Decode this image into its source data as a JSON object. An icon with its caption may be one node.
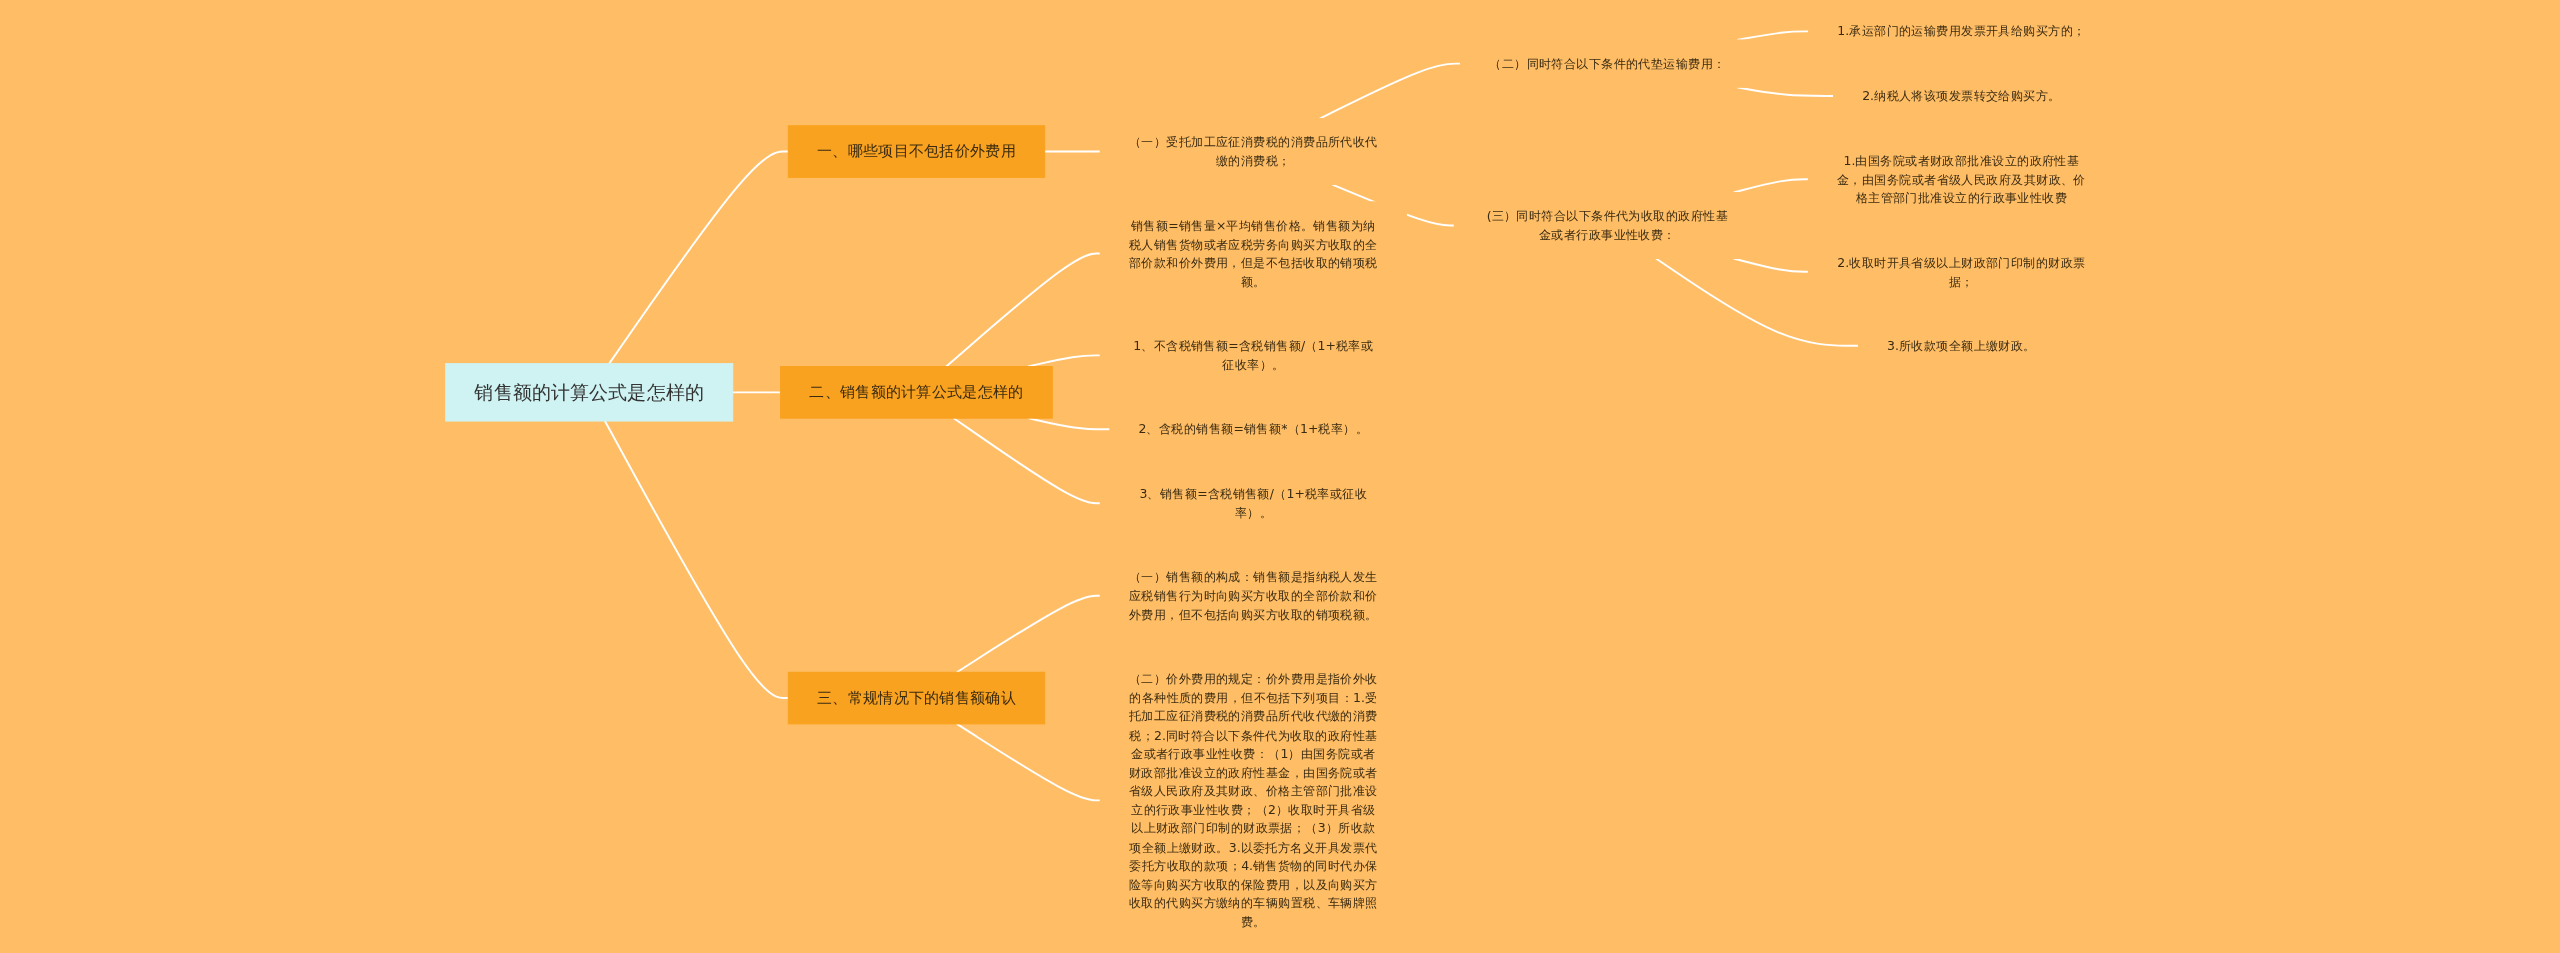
{
  "diagram": {
    "nodes": [
      {
        "text": [
          "销售额的计算公式是怎样的"
        ]
      },
      {
        "text": [
          "一、哪些项目不包括价外费用"
        ]
      },
      {
        "text": [
          "（一）受托加工应征消费税的消费品所代收代缴的消费税；"
        ]
      },
      {
        "text": [
          "（二）同时符合以下条件的代垫运输费用："
        ]
      },
      {
        "text": [
          "1.承运部门的运输费用发票开具给购买方的；"
        ]
      },
      {
        "text": [
          "2.纳税人将该项发票转交给购买方。"
        ]
      },
      {
        "text": [
          "(三）同时符合以下条件代为收取的政府性基金或者行政事业性收费："
        ]
      },
      {
        "text": [
          "1.由国务院或者财政部批准设立的政府性基金，由国务院或者省级人民政府及其财政、价格主管部门批准设立的行政事业性收费"
        ]
      },
      {
        "text": [
          "2.收取时开具省级以上财政部门印制的财政票据；"
        ]
      },
      {
        "text": [
          "3.所收款项全额上缴财政。"
        ]
      },
      {
        "text": [
          "二、销售额的计算公式是怎样的"
        ]
      },
      {
        "text": [
          "销售额=销售量×平均销售价格。销售额为纳税人销售货物或者应税劳务向购买方收取的全部价款和价外费用，但是不包括收取的销项税额。"
        ]
      },
      {
        "text": [
          "1、不含税销售额=含税销售额/（1+税率或征收率）。"
        ]
      },
      {
        "text": [
          "2、含税的销售额=销售额*（1+税率）。"
        ]
      },
      {
        "text": [
          "3、销售额=含税销售额/（1+税率或征收率）。"
        ]
      },
      {
        "text": [
          "三、常规情况下的销售额确认"
        ]
      },
      {
        "text": [
          "（一）销售额的构成：销售额是指纳税人发生应税销售行为时向购买方收取的全部价款和价外费用，但不包括向购买方收取的销项税额。"
        ]
      },
      {
        "text": [
          "（二）价外费用的规定：价外费用是指价外收的各种性质的费用，但不包括下列项目：1.受托加工应征消费税的消费品所代收代缴的消费税；2.同时符合以下条件代为收取的政府性基金或者行政事业性收费：（1）由国务院或者财政部批准设立的政府性基金，由国务院或者省级人民政府及其财政、价格主管部门批准设立的行政事业性收费；（2）收取时开具省级以上财政部门印制的财政票据；（3）所收款项全额上缴财政。3.以委托方名义开具发票代委托方收取的款项；4.销售货物的同时代办保险等向购买方收取的保险费用，以及向购买方收取的代购买方缴纳的车辆购置税、车辆牌照费。"
        ]
      }
    ],
    "edges": [
      {
        "from": 0,
        "to": 1,
        "arrow": "none"
      },
      {
        "from": 1,
        "to": 2,
        "arrow": "none"
      },
      {
        "from": 2,
        "to": 3,
        "arrow": "none"
      },
      {
        "from": 3,
        "to": 4,
        "arrow": "none"
      },
      {
        "from": 3,
        "to": 5,
        "arrow": "none"
      },
      {
        "from": 2,
        "to": 6,
        "arrow": "none"
      },
      {
        "from": 6,
        "to": 7,
        "arrow": "none"
      },
      {
        "from": 6,
        "to": 8,
        "arrow": "none"
      },
      {
        "from": 6,
        "to": 9,
        "arrow": "none"
      },
      {
        "from": 0,
        "to": 10,
        "arrow": "none"
      },
      {
        "from": 10,
        "to": 11,
        "arrow": "none"
      },
      {
        "from": 10,
        "to": 12,
        "arrow": "none"
      },
      {
        "from": 10,
        "to": 13,
        "arrow": "none"
      },
      {
        "from": 10,
        "to": 14,
        "arrow": "none"
      },
      {
        "from": 0,
        "to": 15,
        "arrow": "none"
      },
      {
        "from": 15,
        "to": 16,
        "arrow": "none"
      },
      {
        "from": 15,
        "to": 17,
        "arrow": "none"
      }
    ]
  }
}
